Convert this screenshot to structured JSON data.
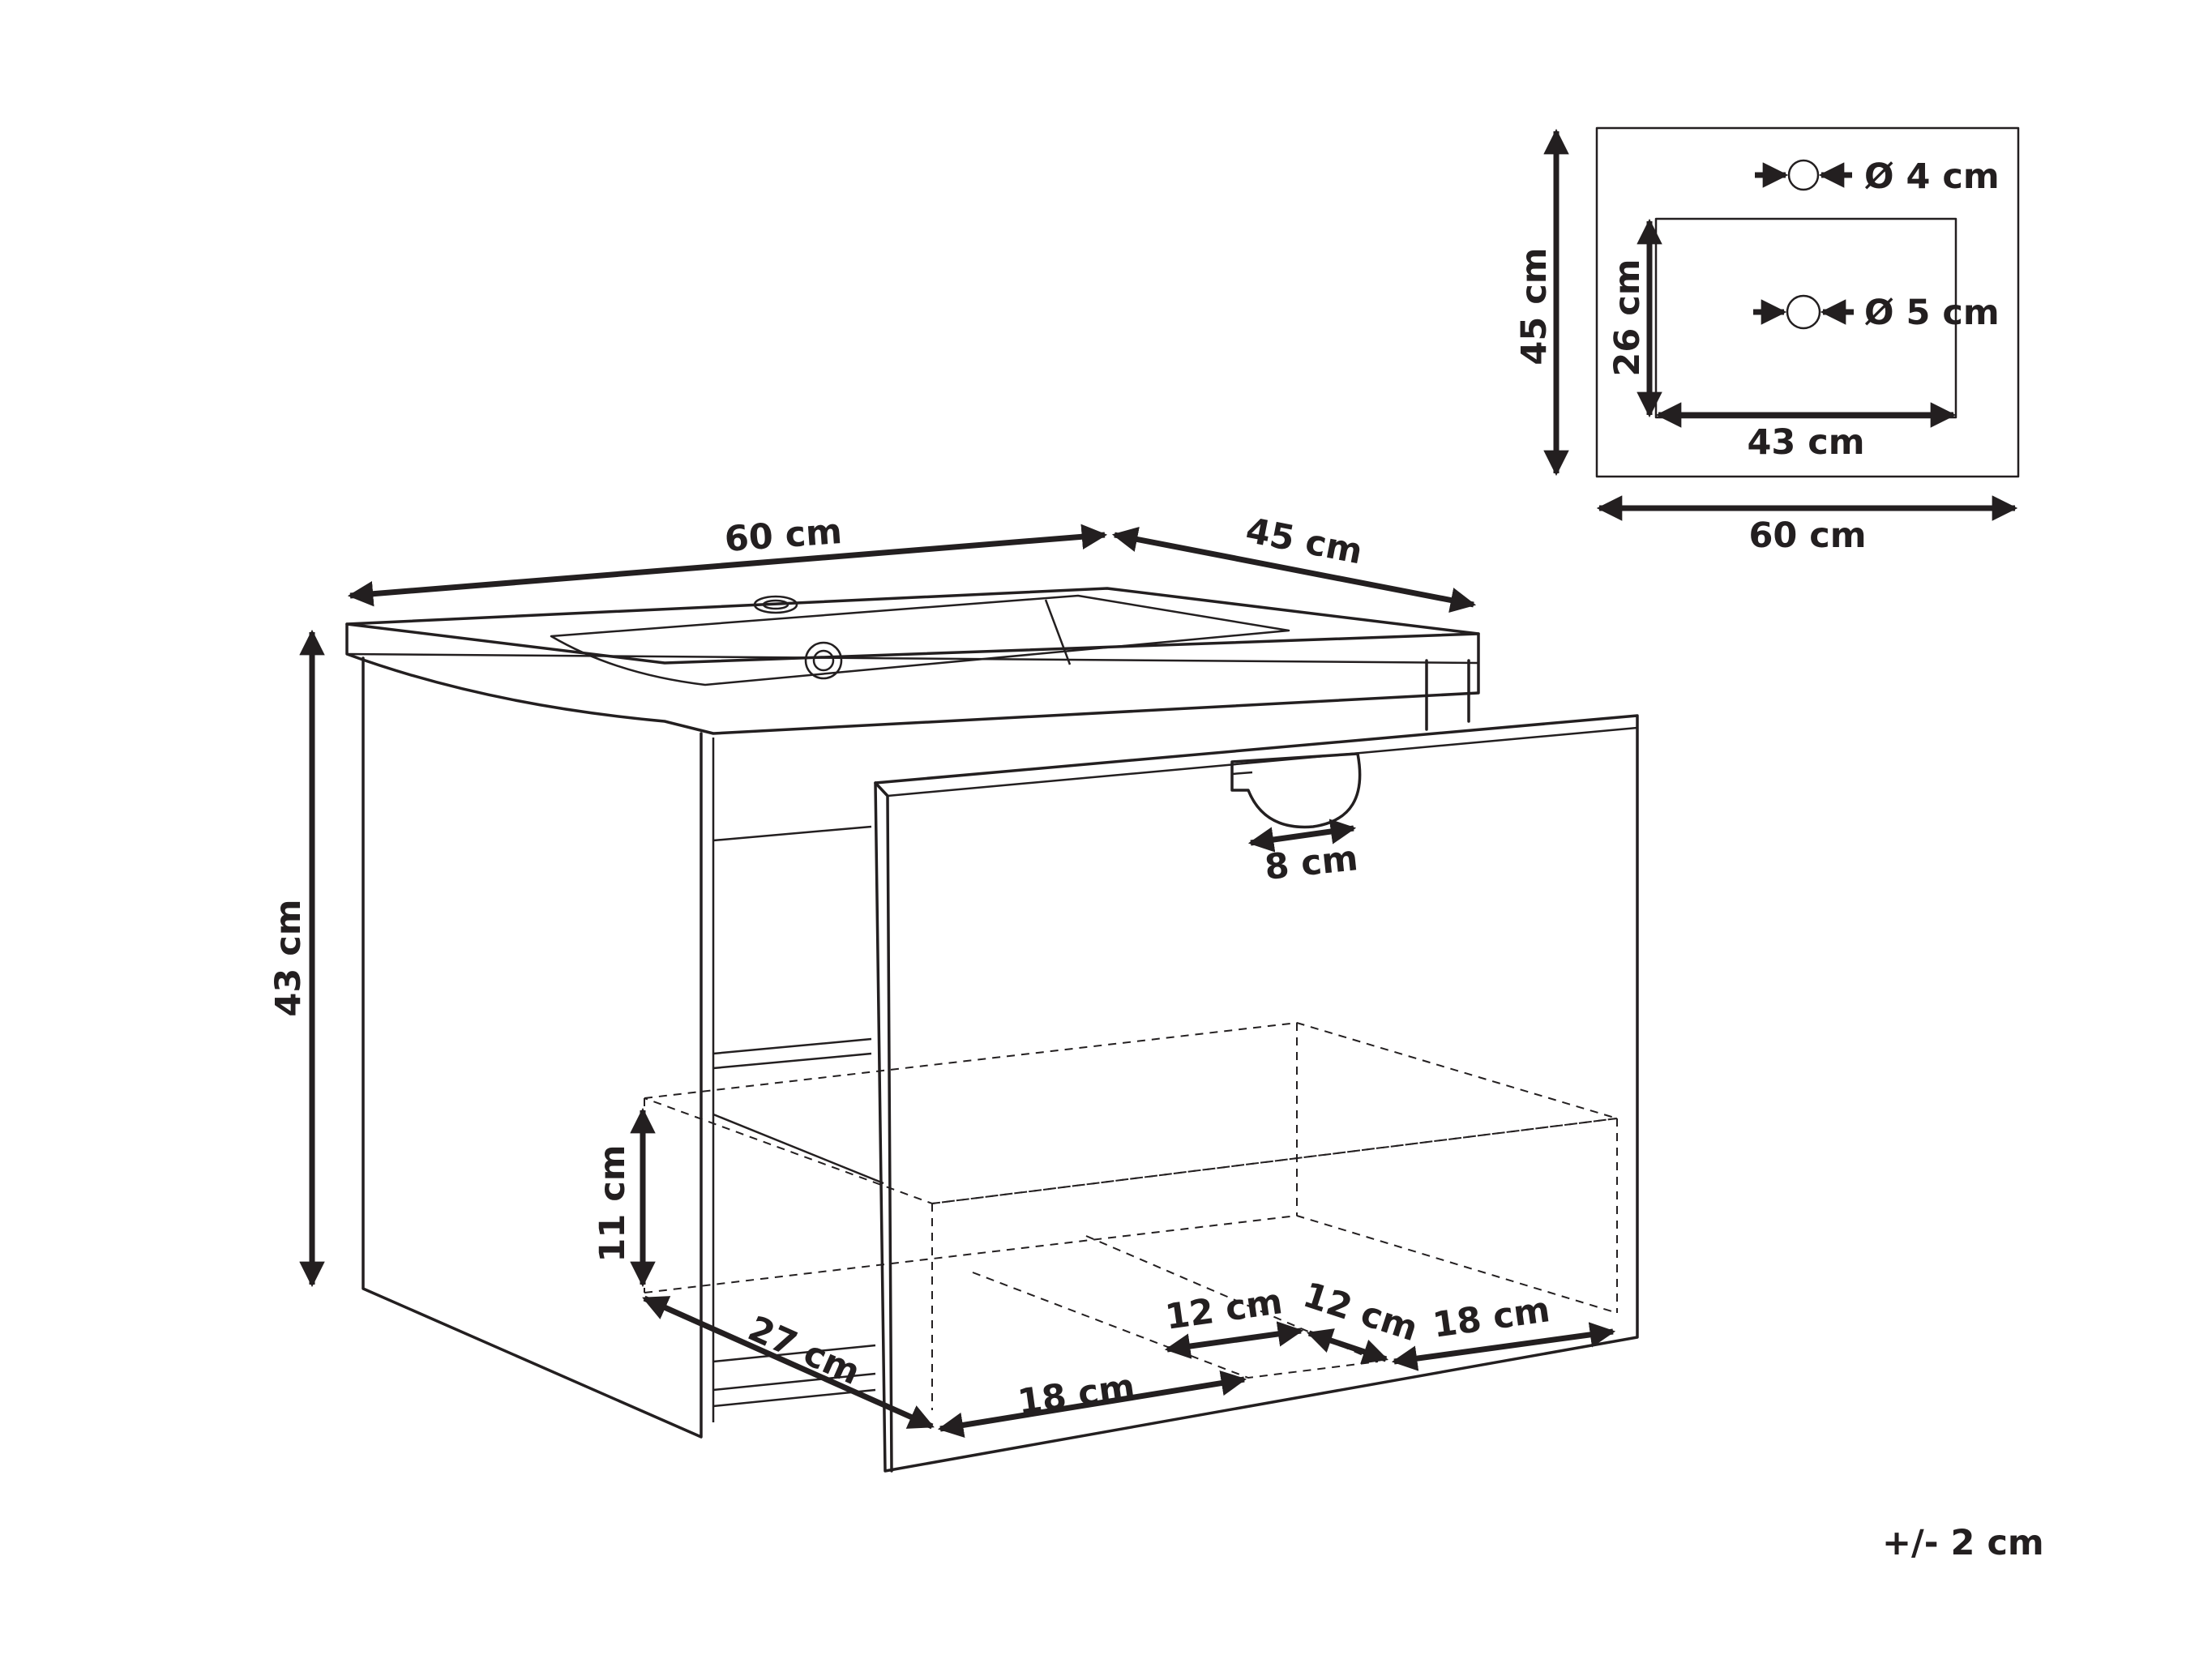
{
  "labels": {
    "width_top": "60 cm",
    "depth_top": "45 cm",
    "height": "43 cm",
    "handle_width": "8 cm",
    "drawer_height": "11 cm",
    "drawer_depth": "27 cm",
    "drawer_front_18": "18 cm",
    "drawer_back_12a": "12 cm",
    "drawer_back_12b": "12 cm",
    "drawer_back_18": "18 cm",
    "plan_depth": "45 cm",
    "plan_width": "60 cm",
    "basin_depth": "26 cm",
    "basin_width": "43 cm",
    "tap_hole": "Ø 4 cm",
    "drain_hole": "Ø 5 cm",
    "tolerance": "+/- 2 cm"
  },
  "colors": {
    "ink": "#231f20",
    "background": "#ffffff"
  }
}
